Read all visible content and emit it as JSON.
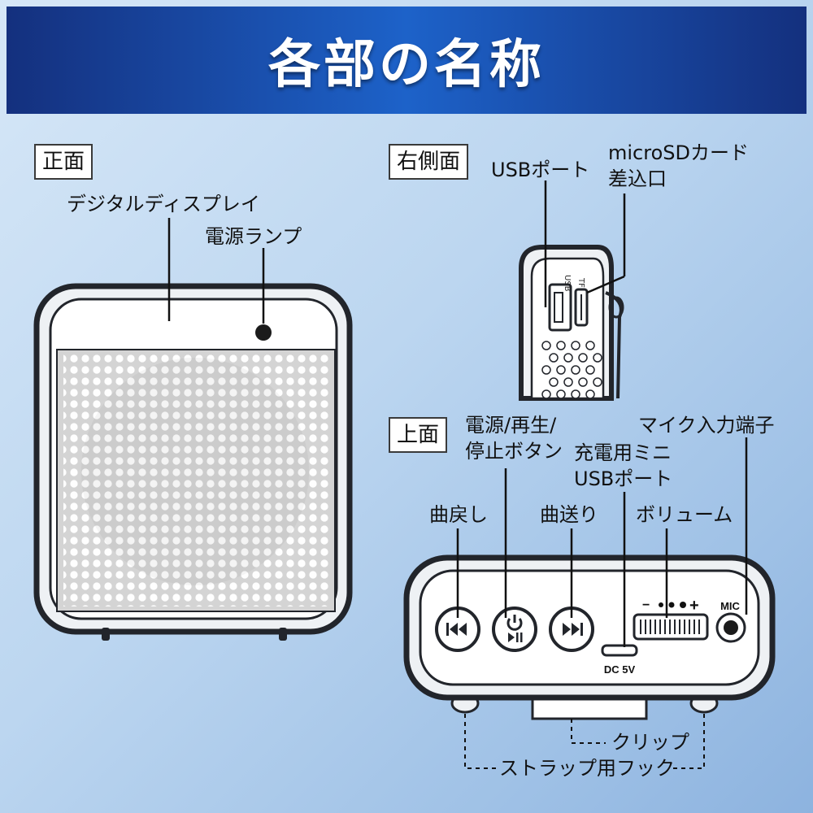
{
  "title": "各部の名称",
  "sections": {
    "front": "正面",
    "right": "右側面",
    "top": "上面"
  },
  "labels": {
    "display": "デジタルディスプレイ",
    "power_lamp": "電源ランプ",
    "usb_port": "USBポート",
    "microsd_line1": "microSDカード",
    "microsd_line2": "差込口",
    "power_line1": "電源/再生/",
    "power_line2": "停止ボタン",
    "charge_line1": "充電用ミニ",
    "charge_line2": "USBポート",
    "mic_jack": "マイク入力端子",
    "prev": "曲戻し",
    "next": "曲送り",
    "volume": "ボリューム",
    "clip": "クリップ",
    "strap": "ストラップ用フック"
  },
  "device_marks": {
    "usb": "USB",
    "tf": "TF",
    "mic": "MIC",
    "dc": "DC 5V",
    "vol_minus": "−",
    "vol_plus": "+"
  }
}
